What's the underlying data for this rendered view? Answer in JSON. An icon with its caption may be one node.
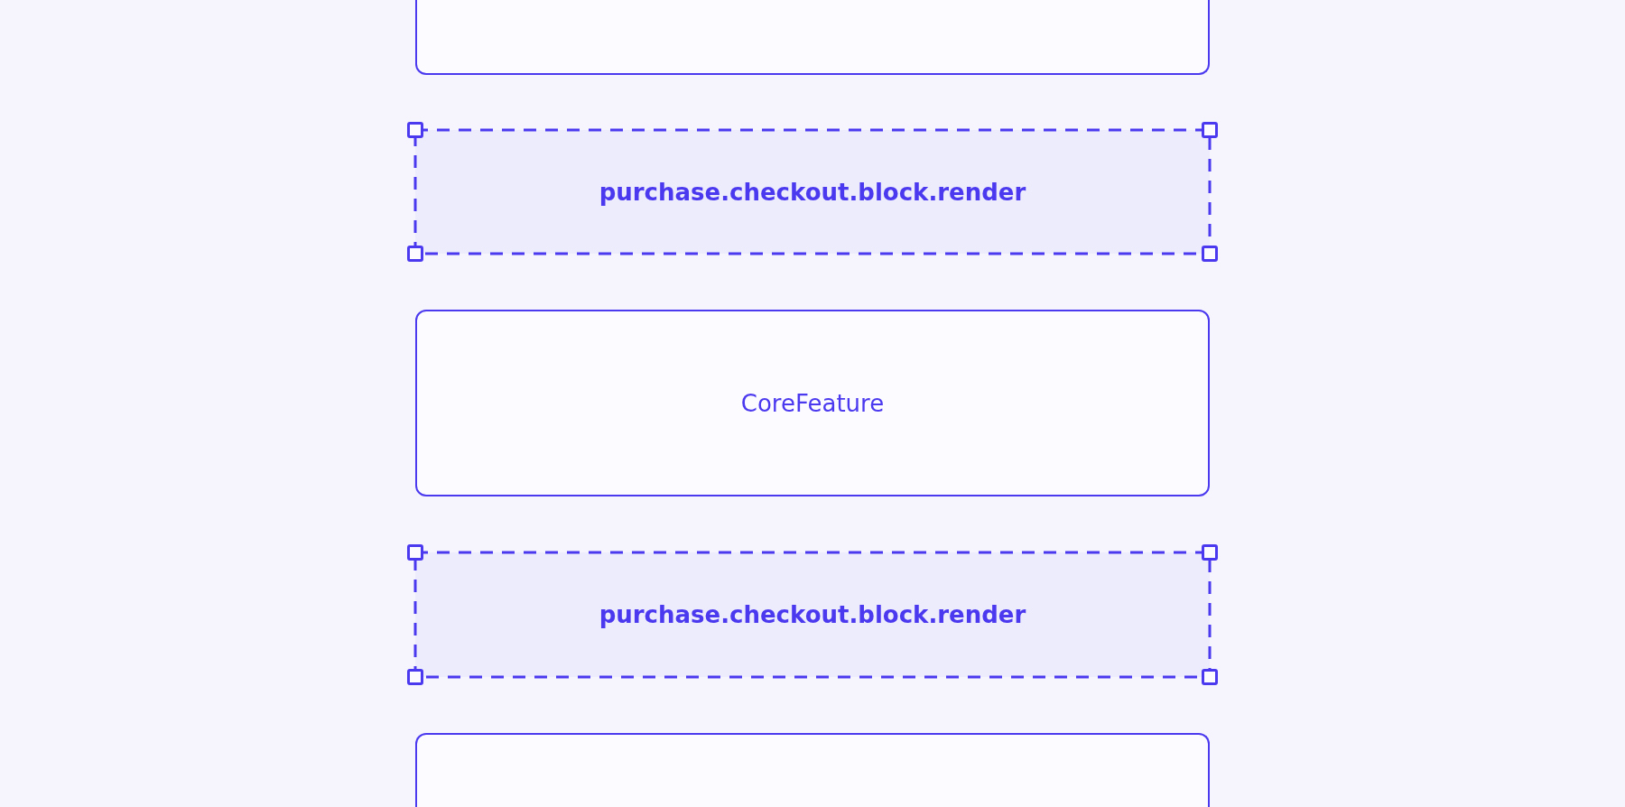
{
  "diagram": {
    "nodes": [
      {
        "text": [],
        "shape": "box"
      },
      {
        "text": [
          "purchase.checkout.block.render"
        ]
      },
      {
        "text": [
          "CoreFeature"
        ]
      },
      {
        "text": [
          "purchase.checkout.block.render"
        ]
      },
      {
        "text": [],
        "shape": "box"
      }
    ],
    "edges": []
  }
}
